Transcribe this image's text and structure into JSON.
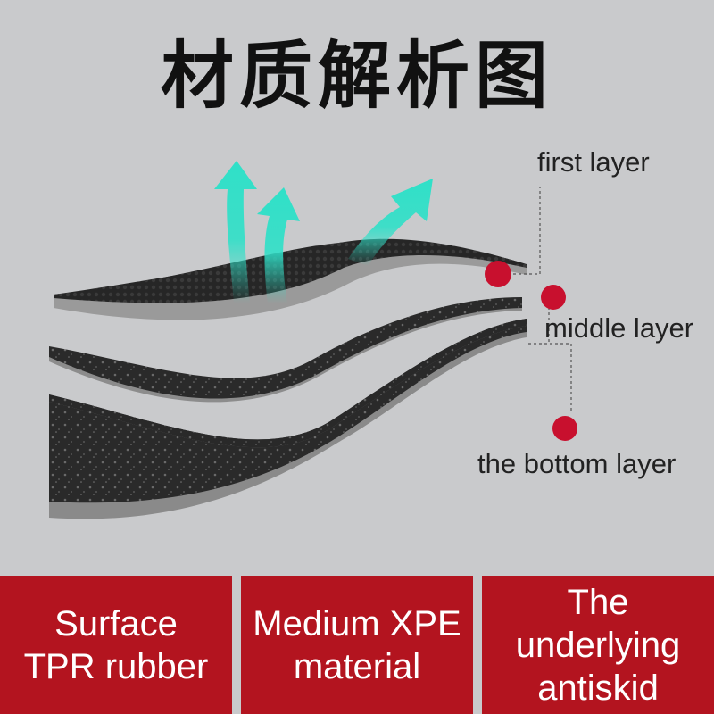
{
  "title": "材质解析图",
  "labels": {
    "first": "first layer",
    "middle": "middle layer",
    "bottom": "the bottom layer"
  },
  "cells": [
    {
      "lines": [
        "Surface",
        "TPR rubber"
      ]
    },
    {
      "lines": [
        "Medium XPE",
        "material"
      ]
    },
    {
      "lines": [
        "The",
        "underlying",
        "antiskid"
      ]
    }
  ],
  "colors": {
    "background": "#c9cacc",
    "accent": "#b3141f",
    "arrow": "#2fe0c8",
    "marker": "#c8102e"
  }
}
